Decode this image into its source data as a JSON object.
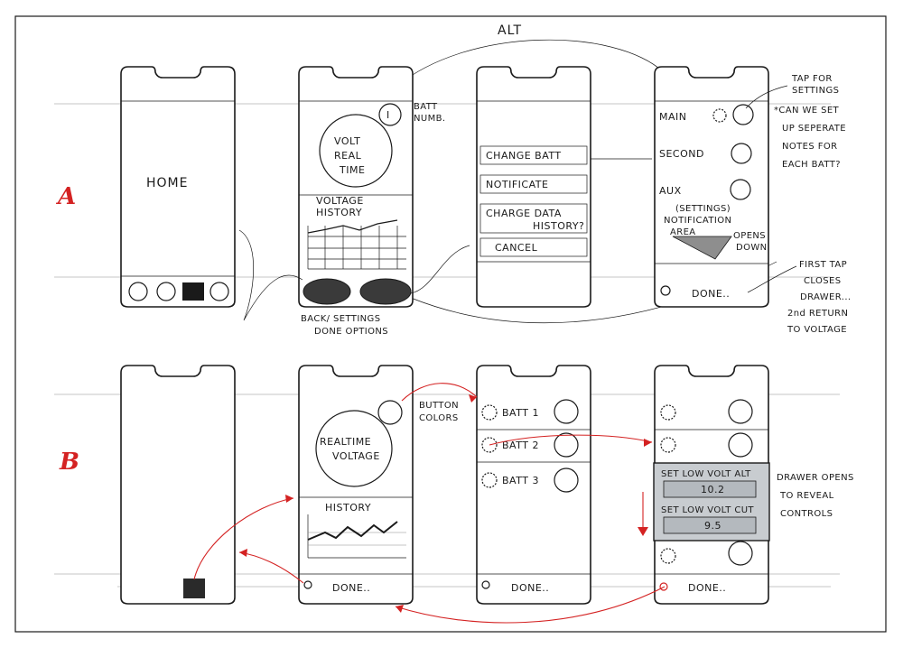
{
  "colors": {
    "ink": "#1a1a1a",
    "accent": "#d42222",
    "paper": "#ffffff",
    "shade": "#c8ccd0"
  },
  "sections": {
    "a_label": "A",
    "b_label": "B"
  },
  "top_label": "ALT",
  "row_a": {
    "home": "HOME",
    "batt_note": [
      "BATT",
      "NUMB."
    ],
    "volt_circle": [
      "VOLT",
      "REAL",
      "TIME"
    ],
    "history": [
      "VOLTAGE",
      "HISTORY"
    ],
    "back_settings": [
      "BACK/ SETTINGS",
      "DONE OPTIONS"
    ],
    "menu": [
      "CHANGE BATT",
      "NOTIFICATE",
      "CHARGE DATA",
      "HISTORY?",
      "CANCEL"
    ],
    "list": [
      "MAIN",
      "SECOND",
      "AUX"
    ],
    "tap_note": [
      "TAP FOR",
      "SETTINGS"
    ],
    "separate_note": [
      "*CAN WE SET",
      "UP SEPERATE",
      "NOTES FOR",
      "EACH BATT?"
    ],
    "settings_area": [
      "(SETTINGS)",
      "NOTIFICATION",
      "AREA"
    ],
    "opens": [
      "OPENS",
      "DOWN"
    ],
    "done": "DONE..",
    "first_tap": [
      "FIRST TAP",
      "CLOSES",
      "DRAWER...",
      "2nd RETURN",
      "TO VOLTAGE"
    ]
  },
  "row_b": {
    "button_note": [
      "BUTTON",
      "COLORS"
    ],
    "volt_circle": [
      "REALTIME",
      "VOLTAGE"
    ],
    "history": "HISTORY",
    "done": "DONE..",
    "batts": [
      "BATT 1",
      "BATT 2",
      "BATT 3"
    ],
    "set_high": "SET LOW VOLT ALT",
    "val_high": "10.2",
    "set_low": "SET LOW VOLT CUT",
    "val_low": "9.5",
    "drawer_note": [
      "DRAWER OPENS",
      "TO REVEAL",
      "CONTROLS"
    ]
  }
}
